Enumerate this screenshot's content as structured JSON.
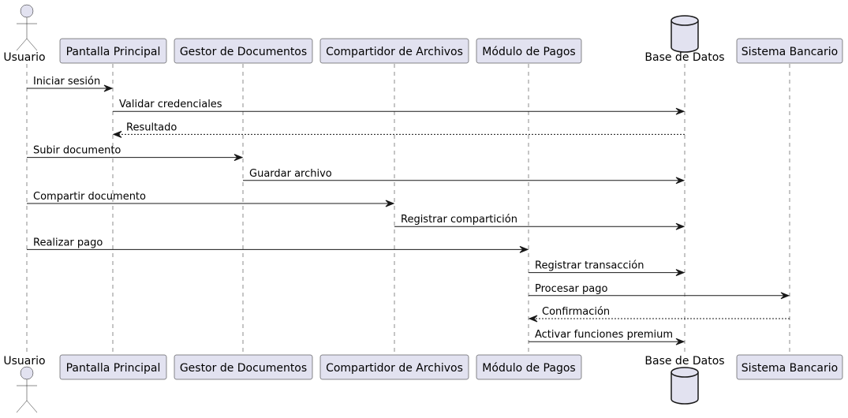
{
  "diagram": {
    "participants": [
      {
        "id": "usuario",
        "label": "Usuario",
        "kind": "actor"
      },
      {
        "id": "pantalla",
        "label": "Pantalla Principal",
        "kind": "participant"
      },
      {
        "id": "gestor",
        "label": "Gestor de Documentos",
        "kind": "participant"
      },
      {
        "id": "compartidor",
        "label": "Compartidor de Archivos",
        "kind": "participant"
      },
      {
        "id": "pagos",
        "label": "Módulo de Pagos",
        "kind": "participant"
      },
      {
        "id": "bd",
        "label": "Base de Datos",
        "kind": "database"
      },
      {
        "id": "banco",
        "label": "Sistema Bancario",
        "kind": "participant"
      }
    ],
    "messages": [
      {
        "from": "usuario",
        "to": "pantalla",
        "label": "Iniciar sesión",
        "style": "solid"
      },
      {
        "from": "pantalla",
        "to": "bd",
        "label": "Validar credenciales",
        "style": "solid"
      },
      {
        "from": "bd",
        "to": "pantalla",
        "label": "Resultado",
        "style": "dashed"
      },
      {
        "from": "usuario",
        "to": "gestor",
        "label": "Subir documento",
        "style": "solid"
      },
      {
        "from": "gestor",
        "to": "bd",
        "label": "Guardar archivo",
        "style": "solid"
      },
      {
        "from": "usuario",
        "to": "compartidor",
        "label": "Compartir documento",
        "style": "solid"
      },
      {
        "from": "compartidor",
        "to": "bd",
        "label": "Registrar compartición",
        "style": "solid"
      },
      {
        "from": "usuario",
        "to": "pagos",
        "label": "Realizar pago",
        "style": "solid"
      },
      {
        "from": "pagos",
        "to": "bd",
        "label": "Registrar transacción",
        "style": "solid"
      },
      {
        "from": "pagos",
        "to": "banco",
        "label": "Procesar pago",
        "style": "solid"
      },
      {
        "from": "banco",
        "to": "pagos",
        "label": "Confirmación",
        "style": "dashed"
      },
      {
        "from": "pagos",
        "to": "bd",
        "label": "Activar funciones premium",
        "style": "solid"
      }
    ]
  }
}
